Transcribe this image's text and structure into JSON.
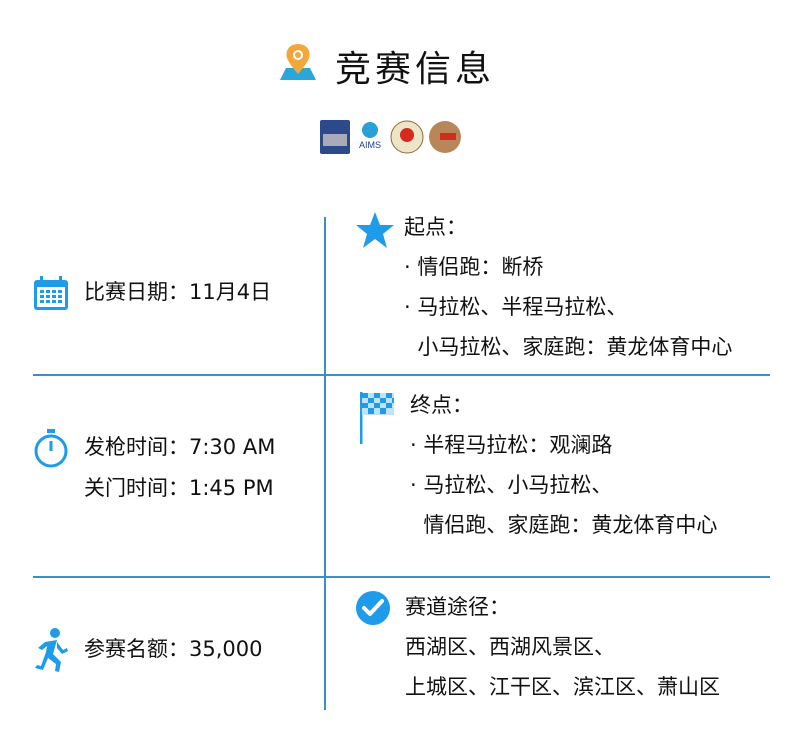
{
  "header": {
    "title": "竞赛信息",
    "icon": "map-pin-icon"
  },
  "logos": [
    "IAAF Road Race Silver Label",
    "AIMS",
    "中国田径协会",
    "CAA"
  ],
  "colors": {
    "accent": "#1e9be9",
    "divider": "#3a8fc9"
  },
  "rows": [
    {
      "left": {
        "icon": "calendar-icon",
        "lines": [
          "比赛日期：11月4日"
        ]
      },
      "right": {
        "icon": "star-icon",
        "heading": "起点：",
        "lines": [
          "· 情侣跑：断桥",
          "· 马拉松、半程马拉松、",
          "  小马拉松、家庭跑：黄龙体育中心"
        ]
      }
    },
    {
      "left": {
        "icon": "stopwatch-icon",
        "lines": [
          "发枪时间：7:30 AM",
          "关门时间：1:45 PM"
        ]
      },
      "right": {
        "icon": "checkered-flag-icon",
        "heading": "终点：",
        "lines": [
          "· 半程马拉松：观澜路",
          "· 马拉松、小马拉松、",
          "  情侣跑、家庭跑：黄龙体育中心"
        ]
      }
    },
    {
      "left": {
        "icon": "runner-icon",
        "lines": [
          "参赛名额：35,000"
        ]
      },
      "right": {
        "icon": "check-circle-icon",
        "heading": "赛道途径：",
        "lines": [
          "西湖区、西湖风景区、",
          "上城区、江干区、滨江区、萧山区"
        ]
      }
    }
  ]
}
